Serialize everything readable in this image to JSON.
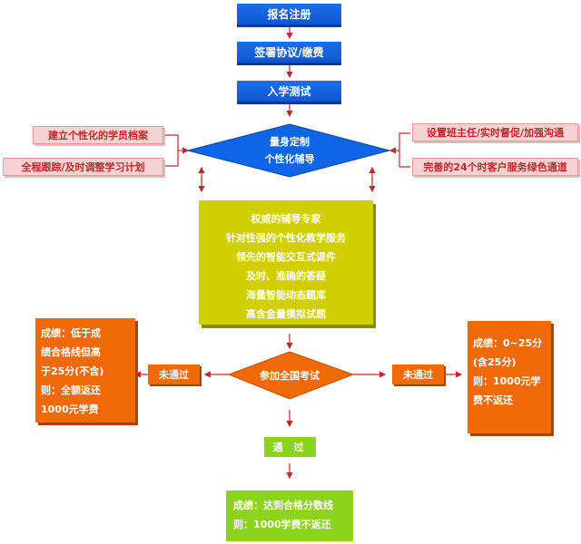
{
  "steps": {
    "register": "报名注册",
    "agreement": "签署协议/缴费",
    "entrance_test": "入学测试"
  },
  "tailor_diamond": {
    "line1": "量身定制",
    "line2": "个性化辅导"
  },
  "left_notes": [
    "建立个性化的学员档案",
    "全程跟踪/及时调整学习计划"
  ],
  "right_notes": [
    "设置班主任/实时督促/加强沟通",
    "完善的24个时客户服务绿色通道"
  ],
  "features": [
    "权威的辅导专家",
    "针对性强的个性化教学服务",
    "领先的智能交互式课件",
    "及时、准确的答疑",
    "海量智能动态题库",
    "高含金量模拟试题"
  ],
  "exam_diamond": "参加全国考试",
  "fail_label_left": "未通过",
  "fail_label_right": "未通过",
  "pass_label": "通 过",
  "left_result": [
    "成绩：低于成",
    "绩合格线但高",
    "于25分(不含)",
    "则：全额返还",
    "1000元学费"
  ],
  "right_result": [
    "成绩：0~25分",
    "(含25分)",
    "则：1000元学",
    "费不返还"
  ],
  "pass_result": [
    "成绩：达到合格分数线",
    "则：1000学费不返还"
  ],
  "colors": {
    "blue": "#0b56d4",
    "pink": "#f7d2d2",
    "olive": "#d1cf00",
    "orange": "#f26a07",
    "green": "#8cd31b",
    "arrow": "#c0282b"
  }
}
